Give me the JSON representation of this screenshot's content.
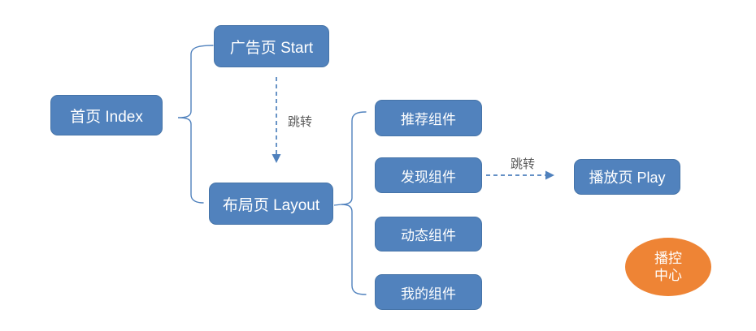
{
  "diagram": {
    "nodes": {
      "index": "首页 Index",
      "start": "广告页 Start",
      "layout": "布局页 Layout",
      "recommend": "推荐组件",
      "discover": "发现组件",
      "dynamic": "动态组件",
      "mine": "我的组件",
      "play": "播放页 Play"
    },
    "hub": {
      "line1": "播控",
      "line2": "中心"
    },
    "edge_labels": {
      "start_to_layout": "跳转",
      "discover_to_play": "跳转"
    },
    "colors": {
      "node_fill": "#5182BD",
      "node_border": "#4674A8",
      "connector_blue": "#4F81BD",
      "edge_label_text": "#595959",
      "hub_fill": "#EE8435",
      "node_text": "#FFFFFF",
      "background": "#FFFFFF"
    }
  }
}
